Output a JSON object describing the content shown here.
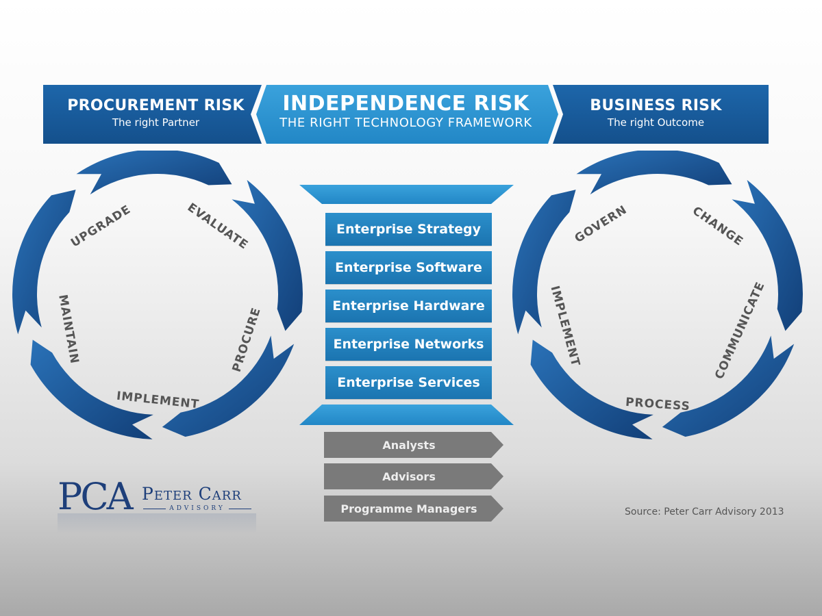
{
  "banner": {
    "left": {
      "title": "PROCUREMENT RISK",
      "subtitle": "The right Partner"
    },
    "center": {
      "title": "INDEPENDENCE RISK",
      "subtitle": "THE RIGHT TECHNOLOGY FRAMEWORK"
    },
    "right": {
      "title": "BUSINESS RISK",
      "subtitle": "The right Outcome"
    }
  },
  "left_cycle": [
    "UPGRADE",
    "EVALUATE",
    "PROCURE",
    "IMPLEMENT",
    "MAINTAIN"
  ],
  "right_cycle": [
    "GOVERN",
    "CHANGE",
    "COMMUNICATE",
    "PROCESS",
    "IMPLEMENT"
  ],
  "framework": [
    "Enterprise Strategy",
    "Enterprise Software",
    "Enterprise Hardware",
    "Enterprise Networks",
    "Enterprise Services"
  ],
  "roles": [
    "Analysts",
    "Advisors",
    "Programme Managers"
  ],
  "logo": {
    "initials": "PCA",
    "name": "Peter Carr",
    "tagline": "ADVISORY"
  },
  "source": "Source: Peter Carr Advisory 2013",
  "colors": {
    "dark_blue": "#1a5a9c",
    "mid_blue": "#2a8ed0",
    "gray": "#777777"
  }
}
